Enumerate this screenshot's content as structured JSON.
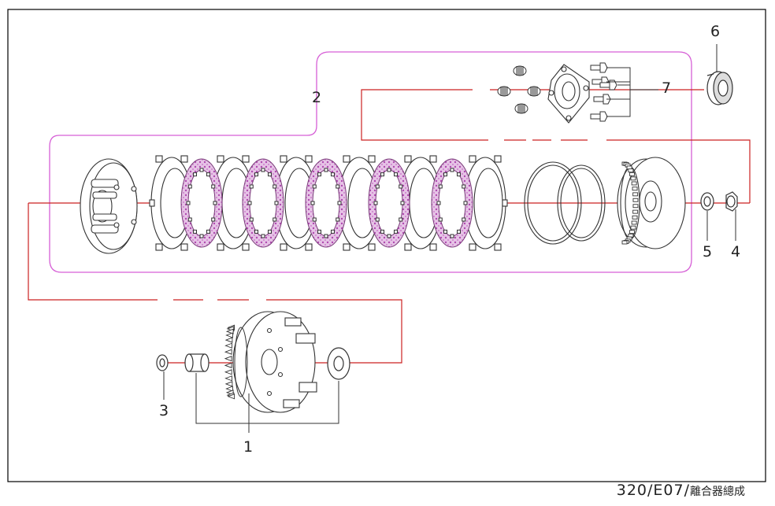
{
  "callouts": {
    "c1": "1",
    "c2": "2",
    "c3": "3",
    "c4": "4",
    "c5": "5",
    "c6": "6",
    "c7": "7"
  },
  "caption": {
    "code": "320/E07/",
    "title": "離合器總成"
  },
  "colors": {
    "frame": "#000000",
    "group_outline": "#d65fd6",
    "leader": "#cc2222",
    "friction_fill": "#d9a8d9",
    "part_line": "#333333"
  }
}
